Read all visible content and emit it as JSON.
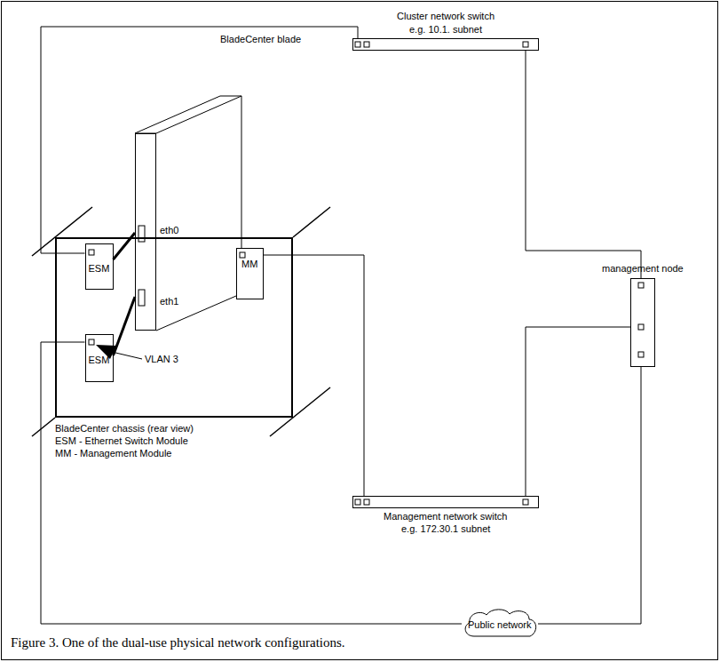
{
  "diagram": {
    "caption": "Figure 3. One of the dual-use physical network configurations.",
    "nodes": [
      {
        "text": [
          "Cluster network switch",
          "e.g. 10.1. subnet"
        ]
      },
      {
        "text": [
          "BladeCenter blade"
        ]
      },
      {
        "text": [
          "BladeCenter chassis (rear view)",
          "ESM - Ethernet Switch Module",
          "MM - Management Module"
        ]
      },
      {
        "text": [
          "ESM"
        ],
        "in": 2
      },
      {
        "text": [
          "MM"
        ],
        "in": 2
      },
      {
        "text": [
          "ESM"
        ],
        "in": 2
      },
      {
        "text": [
          "management node"
        ]
      },
      {
        "text": [
          "Management network switch",
          "e.g. 172.30.1 subnet"
        ]
      },
      {
        "text": [
          "Public network"
        ]
      }
    ],
    "edges": [
      {
        "from": 3,
        "to": 0,
        "arrow": "none"
      },
      {
        "from": 0,
        "to": 6,
        "arrow": "none"
      },
      {
        "from": 4,
        "to": 7,
        "arrow": "none"
      },
      {
        "from": 7,
        "to": 6,
        "arrow": "none"
      },
      {
        "from": 1,
        "to": 3,
        "arrow": "none"
      },
      {
        "from": 1,
        "to": 5,
        "arrow": "none"
      },
      {
        "from": 5,
        "to": 8,
        "arrow": "none"
      },
      {
        "from": 8,
        "to": 6,
        "arrow": "none"
      }
    ],
    "labels": [
      "eth0",
      "eth1",
      "VLAN 3"
    ]
  }
}
